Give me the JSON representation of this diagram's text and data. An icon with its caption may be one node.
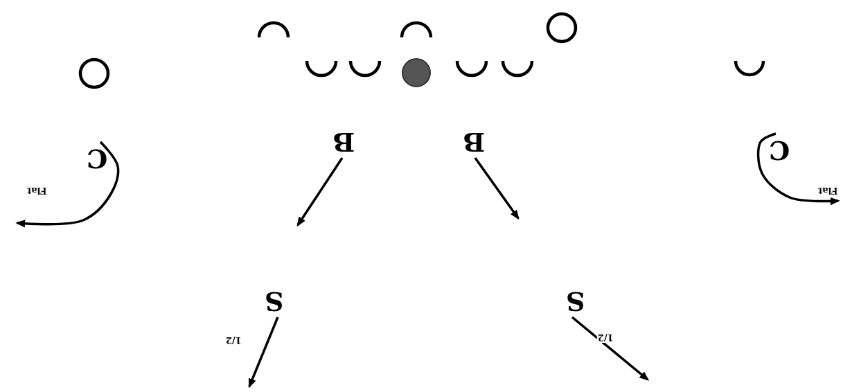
{
  "diagram": {
    "nodes": [
      {
        "text": [],
        "shape": "arc"
      },
      {
        "text": [],
        "shape": "arc"
      },
      {
        "text": [],
        "shape": "circle"
      },
      {
        "text": [],
        "shape": "circle"
      },
      {
        "text": [],
        "shape": "arc"
      },
      {
        "text": [],
        "shape": "arc"
      },
      {
        "text": [],
        "shape": "ball"
      },
      {
        "text": [],
        "shape": "arc"
      },
      {
        "text": [],
        "shape": "arc"
      },
      {
        "text": [],
        "shape": "arc"
      },
      {
        "text": [
          "C"
        ]
      },
      {
        "text": [
          "B"
        ]
      },
      {
        "text": [
          "B"
        ]
      },
      {
        "text": [
          "C"
        ]
      },
      {
        "text": [
          "S"
        ]
      },
      {
        "text": [
          "S"
        ]
      }
    ],
    "edges": [
      {
        "from": 10,
        "to": null,
        "arrow": "to",
        "label": "Flat"
      },
      {
        "from": 11,
        "to": null,
        "arrow": "to"
      },
      {
        "from": 12,
        "to": null,
        "arrow": "to"
      },
      {
        "from": 13,
        "to": null,
        "arrow": "to",
        "label": "Flat"
      },
      {
        "from": 14,
        "to": null,
        "arrow": "to",
        "label": "1/2"
      },
      {
        "from": 15,
        "to": null,
        "arrow": "to",
        "label": "1/2"
      }
    ]
  }
}
